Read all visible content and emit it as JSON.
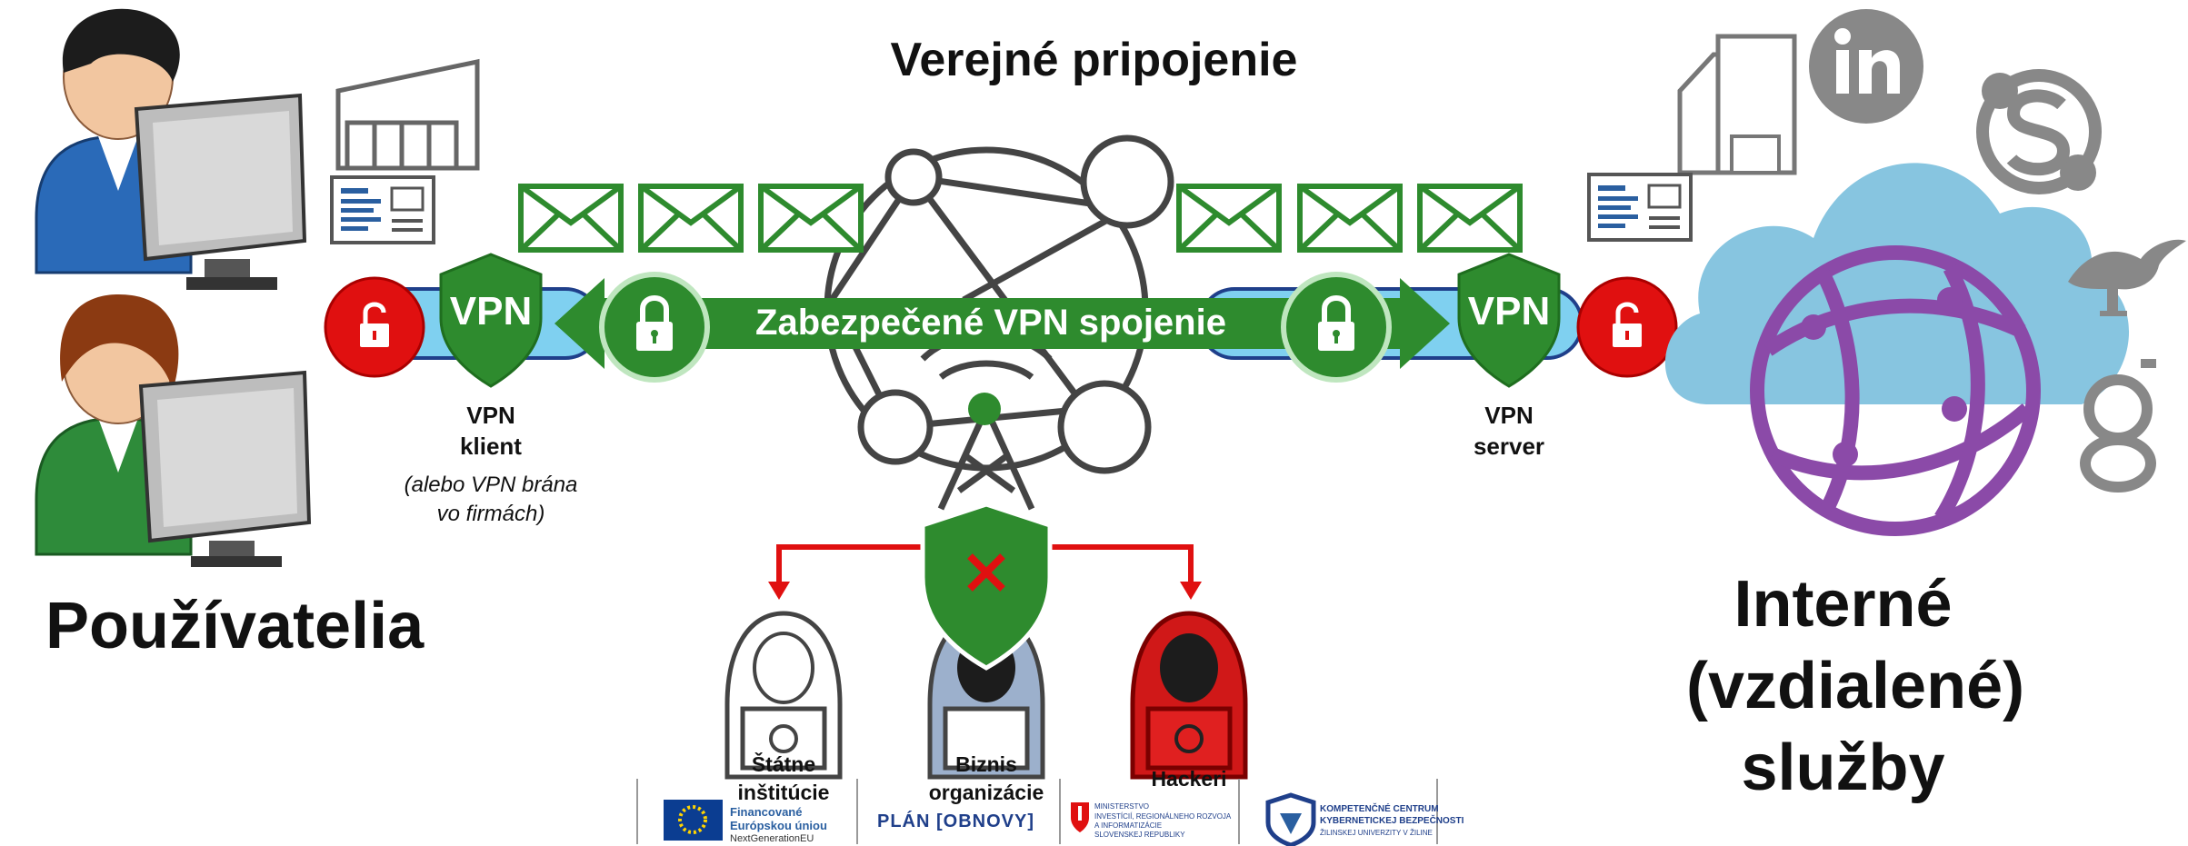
{
  "diagram": {
    "title": "Verejné pripojenie",
    "tunnel_label": "Zabezpečené VPN spojenie",
    "users_label": "Používatelia",
    "services_label": "Interné (vzdialené) služby",
    "vpn_client": {
      "badge": "VPN",
      "label_line1": "VPN",
      "label_line2": "klient",
      "note_line1": "(alebo VPN brána",
      "note_line2": "vo firmách)"
    },
    "vpn_server": {
      "badge": "VPN",
      "label_line1": "VPN",
      "label_line2": "server"
    },
    "threats": [
      {
        "line1": "Štátne",
        "line2": "inštitúcie"
      },
      {
        "line1": "Biznis",
        "line2": "organizácie"
      },
      {
        "line1": "Hackeri",
        "line2": ""
      }
    ],
    "icons": [
      "user-icon",
      "computer-icon",
      "building-icon",
      "envelope-icon",
      "lock-icon",
      "shield-icon",
      "hacker-icon",
      "cloud-icon",
      "linkedin-icon",
      "skype-icon",
      "twitter-icon",
      "google-icon"
    ],
    "colors": {
      "vpn_green": "#2e8b2e",
      "tunnel_blue": "#7fd0f0",
      "alert_red": "#e01010",
      "cloud_blue": "#87c5e0",
      "globe_purple": "#8b4aa8"
    }
  },
  "footer": {
    "eu_line1": "Financované",
    "eu_line2": "Európskou úniou",
    "eu_line3": "NextGenerationEU",
    "plan": "PLÁN [OBNOVY]",
    "ministry_line1": "MINISTERSTVO",
    "ministry_line2": "INVESTÍCIÍ, REGIONÁLNEHO ROZVOJA",
    "ministry_line3": "A INFORMATIZÁCIE",
    "ministry_line4": "SLOVENSKEJ REPUBLIKY",
    "kc_line1": "KOMPETENČNÉ CENTRUM",
    "kc_line2": "KYBERNETICKEJ BEZPEČNOSTI",
    "kc_line3": "ŽILINSKEJ UNIVERZITY V ŽILINE"
  }
}
